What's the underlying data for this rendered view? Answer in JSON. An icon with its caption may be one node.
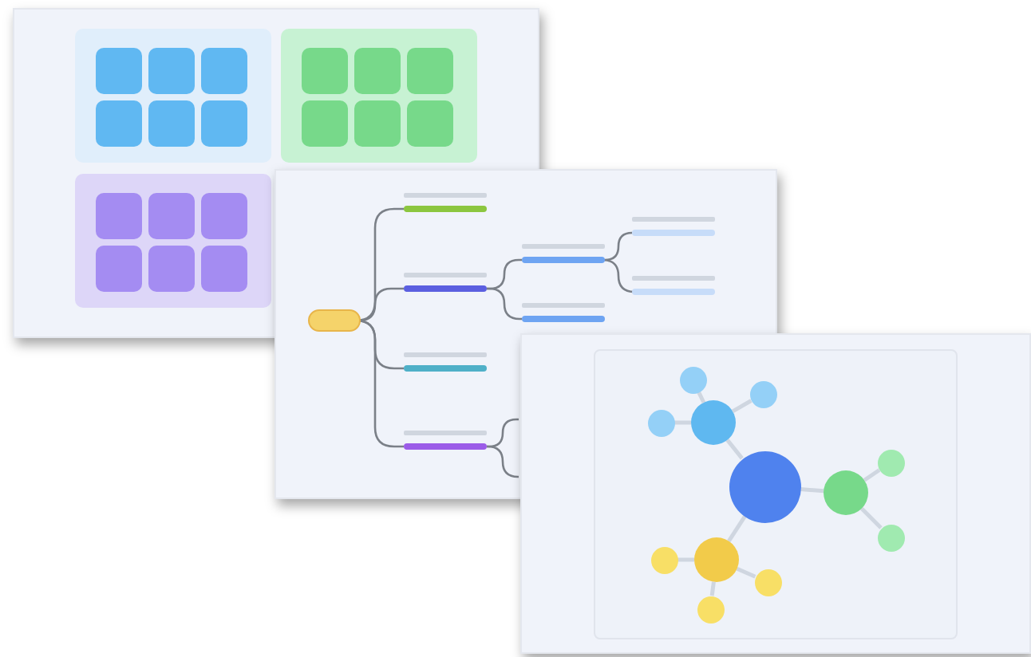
{
  "diagram": {
    "nodes": [
      {
        "text": [],
        "shape": "box"
      },
      {
        "text": [],
        "shape": "box",
        "in": 0
      },
      {
        "text": [],
        "shape": "box",
        "in": 0
      },
      {
        "text": [],
        "shape": "box",
        "in": 0
      },
      {
        "text": [],
        "shape": "box",
        "in": 0
      },
      {
        "text": [],
        "shape": "box",
        "in": 0
      },
      {
        "text": [],
        "shape": "box",
        "in": 0
      },
      {
        "text": [],
        "shape": "box"
      },
      {
        "text": [],
        "shape": "box",
        "in": 7
      },
      {
        "text": [],
        "shape": "box",
        "in": 7
      },
      {
        "text": [],
        "shape": "box",
        "in": 7
      },
      {
        "text": [],
        "shape": "box",
        "in": 7
      },
      {
        "text": [],
        "shape": "box",
        "in": 7
      },
      {
        "text": [],
        "shape": "box",
        "in": 7
      },
      {
        "text": [],
        "shape": "box"
      },
      {
        "text": [],
        "shape": "box",
        "in": 14
      },
      {
        "text": [],
        "shape": "box",
        "in": 14
      },
      {
        "text": [],
        "shape": "box",
        "in": 14
      },
      {
        "text": [],
        "shape": "box",
        "in": 14
      },
      {
        "text": [],
        "shape": "box",
        "in": 14
      },
      {
        "text": [],
        "shape": "box",
        "in": 14
      },
      {
        "text": [],
        "shape": "box"
      },
      {
        "text": [],
        "shape": "bar"
      },
      {
        "text": [],
        "shape": "bar"
      },
      {
        "text": [],
        "shape": "bar"
      },
      {
        "text": [],
        "shape": "bar"
      },
      {
        "text": [],
        "shape": "bar"
      },
      {
        "text": [],
        "shape": "bar"
      },
      {
        "text": [],
        "shape": "bar"
      },
      {
        "text": [],
        "shape": "bar"
      },
      {
        "text": [],
        "shape": "circle"
      },
      {
        "text": [],
        "shape": "circle"
      },
      {
        "text": [],
        "shape": "circle"
      },
      {
        "text": [],
        "shape": "circle"
      },
      {
        "text": [],
        "shape": "circle"
      },
      {
        "text": [],
        "shape": "circle"
      },
      {
        "text": [],
        "shape": "circle"
      },
      {
        "text": [],
        "shape": "circle"
      },
      {
        "text": [],
        "shape": "circle"
      },
      {
        "text": [],
        "shape": "circle"
      },
      {
        "text": [],
        "shape": "circle"
      },
      {
        "text": [],
        "shape": "circle"
      }
    ],
    "edges": [
      {
        "from": 21,
        "to": 22,
        "arrow": "none",
        "color": "#7b8088"
      },
      {
        "from": 21,
        "to": 23,
        "arrow": "none",
        "color": "#7b8088"
      },
      {
        "from": 21,
        "to": 24,
        "arrow": "none",
        "color": "#7b8088"
      },
      {
        "from": 21,
        "to": 25,
        "arrow": "none",
        "color": "#7b8088"
      },
      {
        "from": 23,
        "to": 26,
        "arrow": "none",
        "color": "#7b8088"
      },
      {
        "from": 23,
        "to": 27,
        "arrow": "none",
        "color": "#7b8088"
      },
      {
        "from": 26,
        "to": 28,
        "arrow": "none",
        "color": "#7b8088"
      },
      {
        "from": 26,
        "to": 29,
        "arrow": "none",
        "color": "#7b8088"
      },
      {
        "from": 25,
        "to": null,
        "arrow": "none",
        "color": "#7b8088"
      },
      {
        "from": 25,
        "to": null,
        "arrow": "none",
        "color": "#7b8088"
      },
      {
        "from": 30,
        "to": 31,
        "arrow": "none"
      },
      {
        "from": 31,
        "to": 32,
        "arrow": "none"
      },
      {
        "from": 31,
        "to": 33,
        "arrow": "none"
      },
      {
        "from": 31,
        "to": 34,
        "arrow": "none"
      },
      {
        "from": 30,
        "to": 35,
        "arrow": "none"
      },
      {
        "from": 35,
        "to": 36,
        "arrow": "none"
      },
      {
        "from": 35,
        "to": 37,
        "arrow": "none"
      },
      {
        "from": 30,
        "to": 38,
        "arrow": "none"
      },
      {
        "from": 38,
        "to": 39,
        "arrow": "none"
      },
      {
        "from": 38,
        "to": 40,
        "arrow": "none"
      },
      {
        "from": 38,
        "to": 41,
        "arrow": "none"
      }
    ]
  }
}
